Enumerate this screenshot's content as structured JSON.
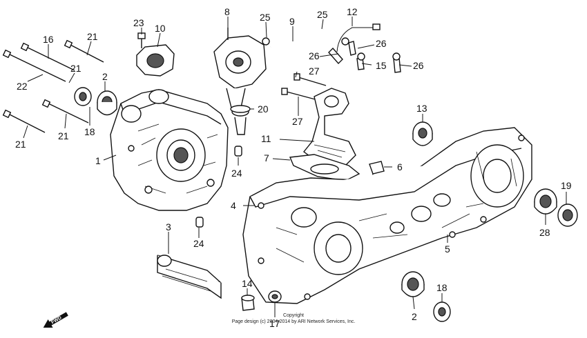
{
  "callouts": {
    "c1": "1",
    "c2a": "2",
    "c2b": "2",
    "c3": "3",
    "c4": "4",
    "c5": "5",
    "c6": "6",
    "c7": "7",
    "c8": "8",
    "c9": "9",
    "c10": "10",
    "c11": "11",
    "c12": "12",
    "c13": "13",
    "c14": "14",
    "c15": "15",
    "c16": "16",
    "c17": "17",
    "c18a": "18",
    "c18b": "18",
    "c19": "19",
    "c20": "20",
    "c21a": "21",
    "c21b": "21",
    "c21c": "21",
    "c21d": "21",
    "c22": "22",
    "c23": "23",
    "c24a": "24",
    "c24b": "24",
    "c25a": "25",
    "c25b": "25",
    "c26a": "26",
    "c26b": "26",
    "c26c": "26",
    "c27a": "27",
    "c27b": "27",
    "c28": "28"
  },
  "fwd_label": "FWD",
  "copyright": {
    "line1": "Copyright",
    "line2": "Page design (c) 2004-2014 by ARI Network Services, Inc."
  }
}
